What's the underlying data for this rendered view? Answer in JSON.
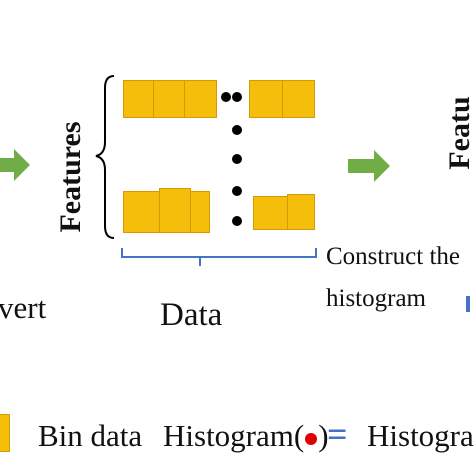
{
  "diagram": {
    "features_label": "Features",
    "data_label": "Data",
    "construct_label_line1": "Construct the",
    "construct_label_line2": "histogram",
    "left_partial_label": "vert",
    "right_partial_features": "Featu",
    "legend": {
      "bin_data": "Bin data",
      "histogram_dot": "Histogram(",
      "histogram_dot_close": ")",
      "equals_sign": "=",
      "histogram_partial": "Histogra"
    },
    "colors": {
      "bin_fill": "#f5be0b",
      "bin_border": "#d69a00",
      "arrow": "#70ad47",
      "bracket": "#4472c4",
      "dot_red": "#e00000"
    }
  }
}
